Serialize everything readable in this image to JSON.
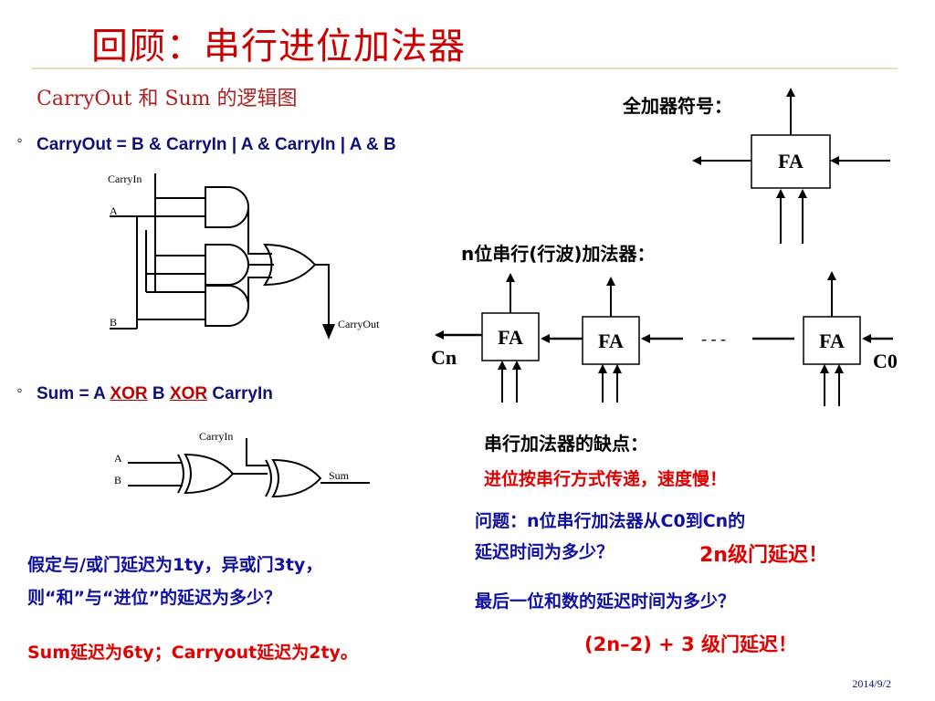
{
  "slide": {
    "title": "回顾：串行进位加法器",
    "subtitle": "CarryOut 和 Sum 的逻辑图",
    "bullet_mark": "°",
    "carryout_formula": "CarryOut = B & CarryIn | A & CarryIn | A & B",
    "sum_formula_prefix": "Sum = A ",
    "sum_formula_xor1": "XOR",
    "sum_formula_mid": " B ",
    "sum_formula_xor2": "XOR",
    "sum_formula_suffix": " CarryIn",
    "carry_circuit": {
      "carryin": "CarryIn",
      "a": "A",
      "b": "B",
      "carryout": "CarryOut"
    },
    "sum_circuit": {
      "carryin": "CarryIn",
      "a": "A",
      "b": "B",
      "sum": "Sum"
    },
    "fa_symbol_label": "全加器符号：",
    "fa_text": "FA",
    "nbit_label": "n位串行(行波)加法器：",
    "cn_label": "Cn",
    "c0_label": "C0",
    "dots": "- - -",
    "drawback_title": "串行加法器的缺点：",
    "drawback_text": "进位按串行方式传递，速度慢！",
    "question1_line1": "问题：n位串行加法器从C0到Cn的",
    "question1_line2": "延迟时间为多少？",
    "answer1": "2n级门延迟！",
    "question2": "最后一位和数的延迟时间为多少？",
    "answer2": "(2n–2) + 3 级门延迟！",
    "assume_line1": "假定与/或门延迟为1ty，异或门3ty，",
    "assume_line2": "则“和”与“进位”的延迟为多少？",
    "answer3": "Sum延迟为6ty；Carryout延迟为2ty。",
    "date": "2014/9/2"
  },
  "colors": {
    "title": "#cc0000",
    "formula": "#10107a",
    "answer": "#e00000",
    "question": "#1010a0"
  }
}
